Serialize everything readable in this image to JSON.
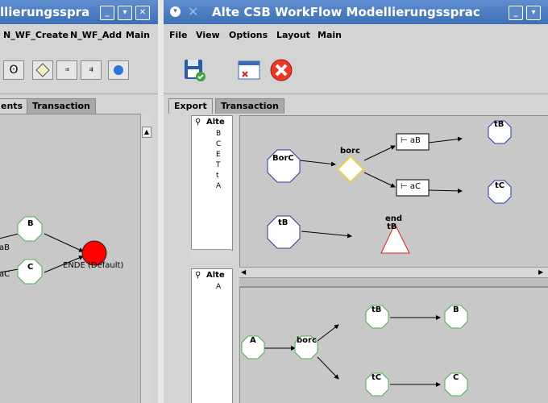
{
  "left_window": {
    "title": "llierungsspra",
    "menu": [
      "N_WF_Create",
      "N_WF_Add",
      "Main"
    ],
    "tabs": [
      "ents",
      "Transaction"
    ],
    "nodes": {
      "b": "B",
      "c": "C",
      "ab": "aB",
      "ac": "aC",
      "end": "ENDE (Default)"
    }
  },
  "right_window": {
    "title": "Alte CSB WorkFlow Modellierungssprac",
    "menu": [
      "File",
      "View",
      "Options",
      "Layout",
      "Main"
    ],
    "tabs": [
      "Export",
      "Transaction"
    ],
    "tree_top_root": "Alte",
    "tree_bottom_root": "Alte",
    "tree_children_top": [
      "B",
      "C",
      "E",
      "T",
      "t",
      "A"
    ],
    "tree_children_bottom": [
      "A"
    ],
    "top_graph": {
      "borc_node": "BorC",
      "borc_decision": "borc",
      "edge_ab": "aB",
      "edge_ac": "aC",
      "tb_top": "tB",
      "tc": "tC",
      "tb_mid": "tB",
      "end": "end",
      "end_sub": "tB"
    },
    "bottom_graph": {
      "a": "A",
      "borc": "borc",
      "tb": "tB",
      "b": "B",
      "tc": "tC",
      "c": "C"
    }
  }
}
